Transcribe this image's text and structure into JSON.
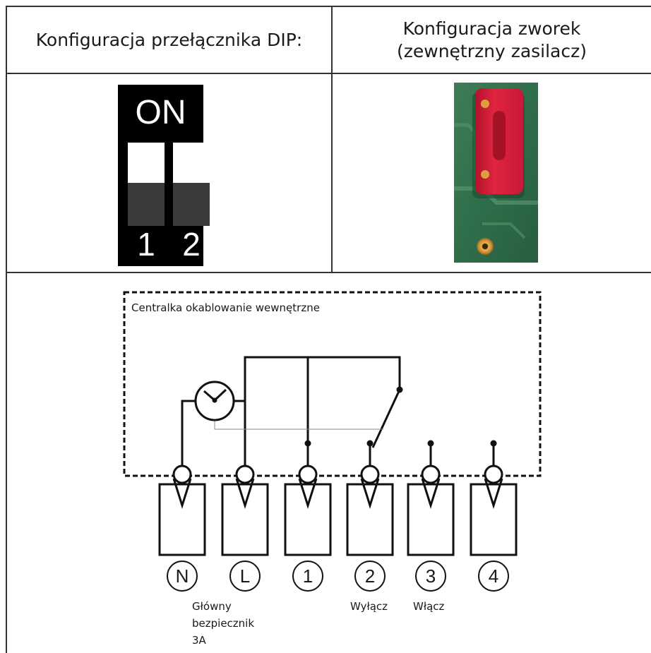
{
  "table": {
    "col1_header": "Konfiguracja przełącznika DIP:",
    "col2_header_line1": "Konfiguracja zworek",
    "col2_header_line2": "(zewnętrzny zasilacz)"
  },
  "dip_switch": {
    "on_label": "ON",
    "switches": [
      {
        "number": "1",
        "state": "off"
      },
      {
        "number": "2",
        "state": "off"
      }
    ]
  },
  "jumper_photo": {
    "board_color": "#2f6e4a",
    "jumper_color": "#d81f3d"
  },
  "wiring_diagram": {
    "box_label": "Centralka okablowanie wewnętrzne",
    "terminals": [
      {
        "label": "N"
      },
      {
        "label": "L"
      },
      {
        "label": "1"
      },
      {
        "label": "2"
      },
      {
        "label": "3"
      },
      {
        "label": "4"
      }
    ],
    "fuse_caption_lines": [
      "Główny",
      "bezpiecznik",
      "3A"
    ],
    "off_caption": "Wyłącz",
    "on_caption": "Włącz"
  }
}
